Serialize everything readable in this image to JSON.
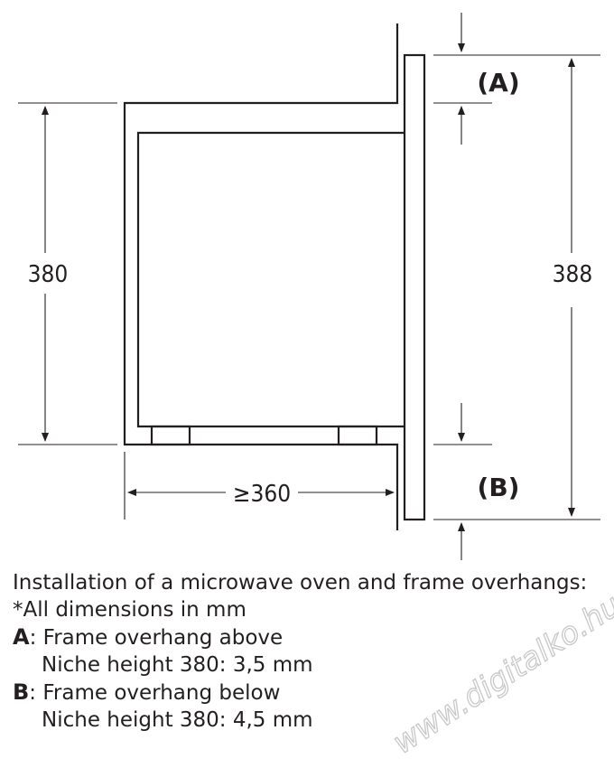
{
  "diagram": {
    "dimensions": {
      "niche_height": "380",
      "frame_height": "388",
      "niche_depth": "≥360"
    },
    "labels": {
      "a": "(A)",
      "b": "(B)"
    }
  },
  "legend": {
    "title": "Installation of a microwave oven and frame overhangs:",
    "units_note": "*All dimensions in mm",
    "a_key": "A",
    "a_text": ": Frame overhang above",
    "a_detail": "Niche height 380: 3,5 mm",
    "b_key": "B",
    "b_text": ": Frame overhang below",
    "b_detail": "Niche height 380: 4,5 mm"
  },
  "watermark": "www.digitalko.hu",
  "colors": {
    "line": "#231f20",
    "watermark": "#c8c8c8"
  }
}
